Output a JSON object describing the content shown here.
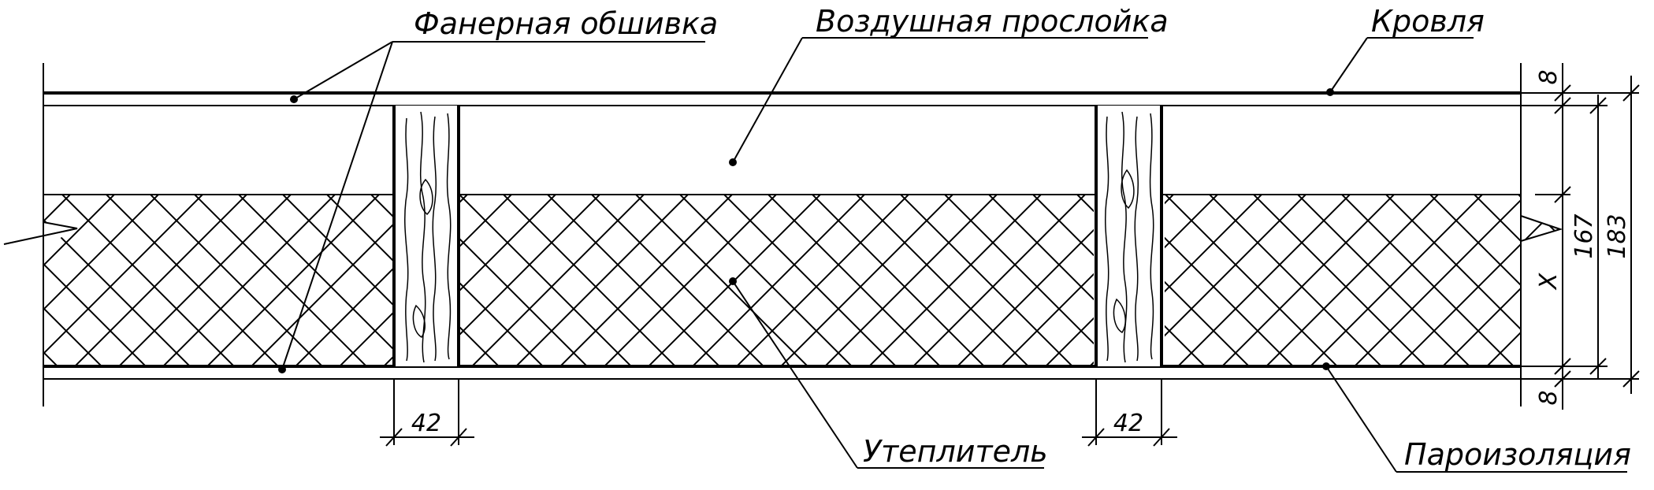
{
  "labels": {
    "plywood": "Фанерная обшивка",
    "air_gap": "Воздушная прослойка",
    "roofing": "Кровля",
    "insulation": "Утеплитель",
    "vapor_barrier": "Пароизоляция"
  },
  "dimensions": {
    "rafter_width_left": "42",
    "rafter_width_right": "42",
    "top_sheathing": "8",
    "bottom_sheathing": "8",
    "insulation_x": "X",
    "inner_height": "167",
    "total_height": "183"
  }
}
